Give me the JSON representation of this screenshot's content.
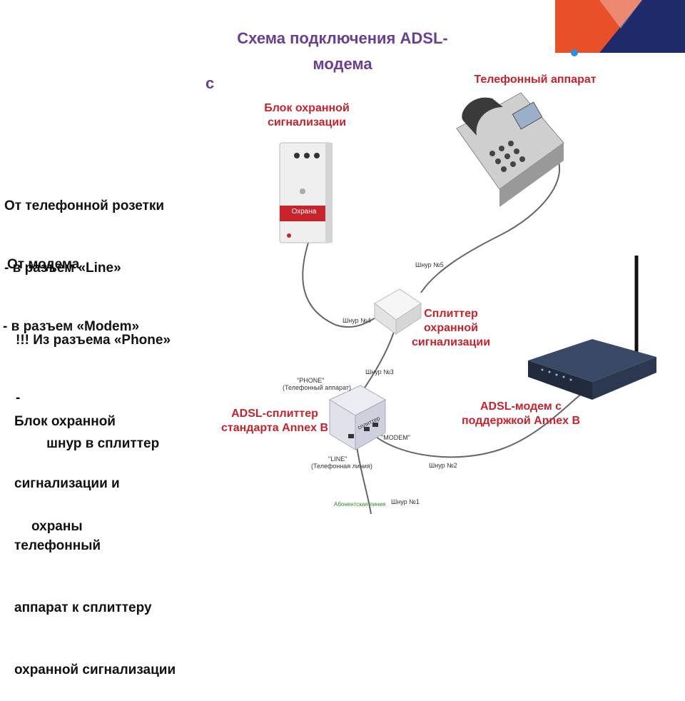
{
  "slide": {
    "title": "Схема подключения ADSL-\nмодема",
    "title_line1": "Схема подключения ADSL-",
    "title_line2": "модема",
    "title_suffix": "с"
  },
  "left_notes": {
    "block1_line1": "От телефонной розетки",
    "block1_line2": "- в разъем «Line»",
    "block2_line1": "От модема",
    "block2_line2": "- в разъем «Modem»",
    "block3_line1": "!!! Из разъема «Phone»",
    "block3_line2": "шнур в сплиттер",
    "block3_line3": "охраны",
    "block4_line1": "Блок охранной",
    "block4_line2": "сигнализации и",
    "block4_line3": "телефонный",
    "block4_line4": "аппарат к сплиттеру",
    "block4_line5": "охранной сигнализации"
  },
  "labels": {
    "alarm_unit_l1": "Блок охранной",
    "alarm_unit_l2": "сигнализации",
    "phone": "Телефонный аппарат",
    "splitter_alarm_l1": "Сплиттер",
    "splitter_alarm_l2": "охранной",
    "splitter_alarm_l3": "сигнализации",
    "adsl_splitter_l1": "ADSL-сплиттер",
    "adsl_splitter_l2": "стандарта Annex B",
    "adsl_modem_l1": "ADSL-модем с",
    "adsl_modem_l2": "поддержкой Annex B",
    "alarm_panel_text": "Охрана",
    "splitter_box_text": "сплиттер"
  },
  "cords": {
    "cord1": "Шнур №1",
    "cord2": "Шнур №2",
    "cord3": "Шнур №3",
    "cord4": "Шнур №4",
    "cord5": "Шнур №5"
  },
  "ports": {
    "phone_port": "\"PHONE\"",
    "phone_port_sub": "(Телефонный аппарат)",
    "line_port": "\"LINE\"",
    "line_port_sub": "(Телефонная линия)",
    "modem_port": "\"MODEM\"",
    "subscriber_line": "Абонентская линия"
  },
  "colors": {
    "title": "#6b3f8f",
    "label_red": "#c8232c",
    "corner_orange": "#e8502a",
    "corner_navy": "#1f2a6b"
  },
  "icons": [
    "alarm-panel-icon",
    "telephone-icon",
    "splitter-icon",
    "adsl-splitter-icon",
    "adsl-modem-icon"
  ]
}
